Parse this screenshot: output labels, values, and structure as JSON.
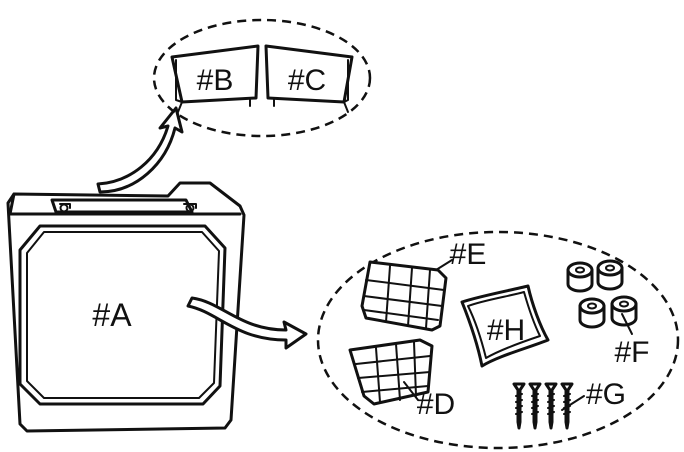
{
  "labels": {
    "a": "#A",
    "b": "#B",
    "c": "#C",
    "d": "#D",
    "e": "#E",
    "f": "#F",
    "g": "#G",
    "h": "#H"
  },
  "icons": {
    "box": "box-icon",
    "panel": "panel-icon",
    "filter_grid": "filter-grid-icon",
    "foam_pad": "foam-pad-icon",
    "foot": "rubber-foot-icon",
    "screw": "screw-icon",
    "arrow": "curved-arrow-icon"
  },
  "colors": {
    "line": "#111111",
    "background": "#ffffff"
  }
}
